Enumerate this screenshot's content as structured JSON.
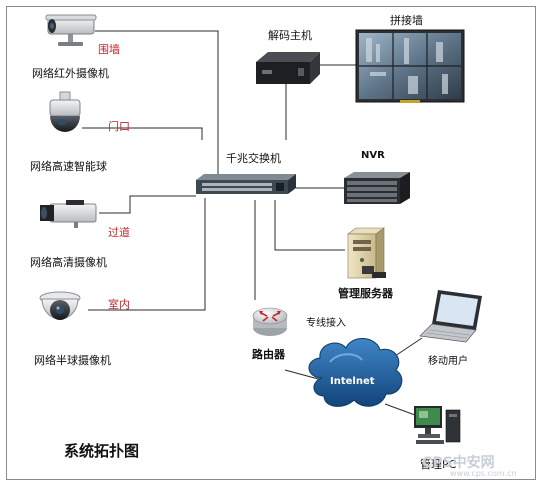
{
  "title": "系统拓扑图",
  "nodes": {
    "camera_ir": {
      "name": "网络红外摄像机",
      "location": "围墙"
    },
    "camera_dome_ptz": {
      "name": "网络高速智能球",
      "location": "门口"
    },
    "camera_hd": {
      "name": "网络高清摄像机",
      "location": "过道"
    },
    "camera_half_dome": {
      "name": "网络半球摄像机",
      "location": "室内"
    },
    "decoder": {
      "name": "解码主机"
    },
    "video_wall": {
      "name": "拼接墙"
    },
    "switch": {
      "name": "千兆交换机"
    },
    "nvr": {
      "name": "NVR"
    },
    "server": {
      "name": "管理服务器"
    },
    "router": {
      "name": "路由器",
      "link_label": "专线接入"
    },
    "internet": {
      "name": "Intelnet"
    },
    "mobile_user": {
      "name": "移动用户"
    },
    "pc": {
      "name": "管理PC"
    }
  },
  "watermark": {
    "text": "CPS中安网",
    "url": "www.cps.com.cn"
  },
  "colors": {
    "label_red": "#c0282d",
    "cloud": "#1f5f9e",
    "frame": "#8a8a8a"
  }
}
